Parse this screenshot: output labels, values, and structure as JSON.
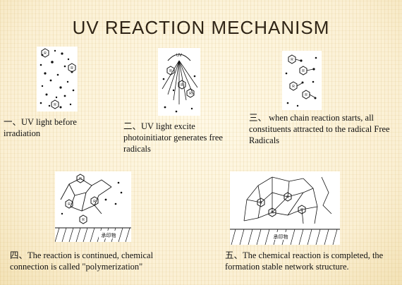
{
  "slide": {
    "title": "UV REACTION MECHANISM"
  },
  "figures": {
    "fig1": {
      "caption": "一、UV light   before irradiation"
    },
    "fig2": {
      "label": "UV",
      "caption": "二、UV light excite photoinitiator  generates free radicals"
    },
    "fig3": {
      "caption": "三、  when chain reaction starts, all constituents attracted to the radical Free Radicals"
    },
    "fig4": {
      "substrate_label": "承印物",
      "caption": "四、The reaction is continued, chemical connection is called \"polymerization\""
    },
    "fig5": {
      "substrate_label": "承印物",
      "caption": "五、The chemical reaction is completed, the formation stable network structure."
    }
  }
}
